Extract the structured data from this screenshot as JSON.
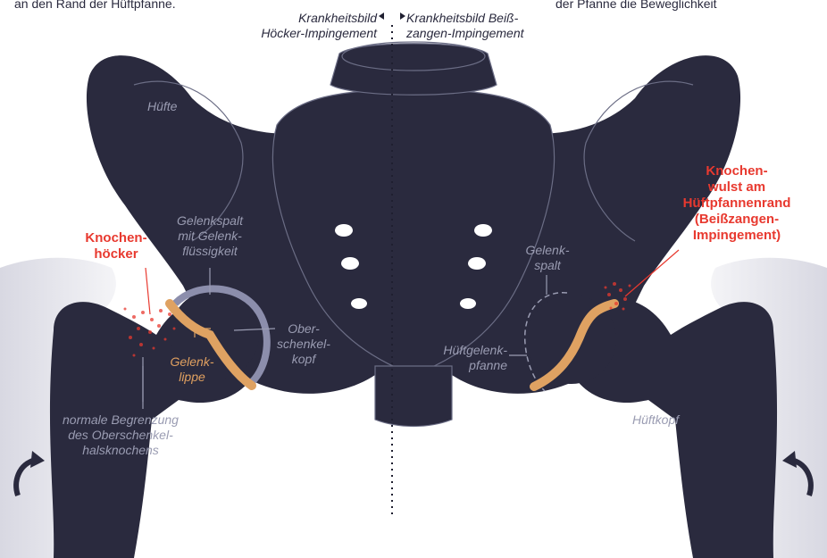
{
  "captions": {
    "top_left": "an den Rand der Hüftpfanne.",
    "top_right": "der Pfanne die Beweglichkeit"
  },
  "divider": {
    "left_title": "Krankheitsbild\nHöcker-Impingement",
    "right_title": "Krankheitsbild Beiß-\nzangen-Impingement"
  },
  "labels_left": {
    "huefte": "Hüfte",
    "gelenkspalt": "Gelenkspalt\nmit Gelenk-\nflüssigkeit",
    "knochenhoecker": "Knochen-\nhöcker",
    "oberschenkelkopf": "Ober-\nschenkel-\nkopf",
    "gelenklippe": "Gelenk-\nlippe",
    "normale_begrenzung": "normale Begrenzung\ndes Oberschenkel-\nhalsknochens"
  },
  "labels_right": {
    "knochenwulst": "Knochen-\nwulst am\nHüftpfannenrand\n(Beißzangen-\nImpingement)",
    "gelenkspalt": "Gelenk-\nspalt",
    "hueftgelenkpfanne": "Hüftgelenk-\npfanne",
    "hueftkopf": "Hüftkopf"
  },
  "colors": {
    "bone": "#2a2a3e",
    "outline": "#6b6d85",
    "cartilage": "#dfa262",
    "highlight_red": "#e8392f",
    "muted_label": "#9a9cb2",
    "femur_glow": "#e8e8ee"
  },
  "icons": [
    "rotation-arrow-icon",
    "triangle-left-icon",
    "triangle-right-icon"
  ]
}
